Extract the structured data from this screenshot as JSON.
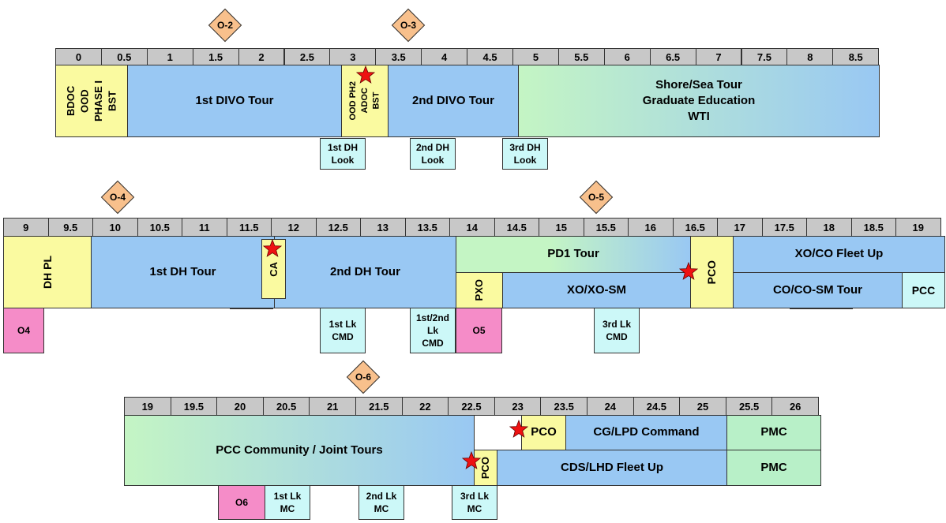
{
  "row1": {
    "ticks": [
      "0",
      "0.5",
      "1",
      "1.5",
      "2",
      "2.5",
      "3",
      "3.5",
      "4",
      "4.5",
      "5",
      "5.5",
      "6",
      "6.5",
      "7",
      "7.5",
      "8",
      "8.5"
    ],
    "pins": {
      "o2": "O-2",
      "o3": "O-3"
    },
    "blocks": {
      "bdoc": [
        "BDOC",
        "OOD",
        "PHASE I",
        "BST"
      ],
      "divo1": "1st DIVO Tour",
      "ood_ph2": [
        "OOD PH2",
        "ADOC",
        "BST"
      ],
      "divo2": "2nd DIVO Tour",
      "shore": [
        "Shore/Sea Tour",
        "Graduate Education",
        "WTI"
      ]
    },
    "looks": [
      [
        "1st DH",
        "Look"
      ],
      [
        "2nd DH",
        "Look"
      ],
      [
        "3rd DH",
        "Look"
      ]
    ]
  },
  "row2": {
    "ticks": [
      "9",
      "9.5",
      "10",
      "10.5",
      "11",
      "11.5",
      "12",
      "12.5",
      "13",
      "13.5",
      "14",
      "14.5",
      "15",
      "15.5",
      "16",
      "16.5",
      "17",
      "17.5",
      "18",
      "18.5",
      "19"
    ],
    "pins": {
      "o4": "O-4",
      "o5": "O-5"
    },
    "blocks": {
      "dhpl": "DH PL",
      "dh1": "1st DH Tour",
      "ca": "CA",
      "dh2": "2nd DH Tour",
      "pd1": "PD1 Tour",
      "pxo": "PXO",
      "xo": "XO/XO-SM",
      "pco": "PCO",
      "xoco": "XO/CO Fleet Up",
      "coco": "CO/CO-SM Tour",
      "pcc": "PCC"
    },
    "below": {
      "o4": "O4",
      "lk1": [
        "1st Lk",
        "CMD"
      ],
      "lk12": [
        "1st/2nd",
        "Lk",
        "CMD"
      ],
      "o5": "O5",
      "lk3": [
        "3rd Lk",
        "CMD"
      ]
    }
  },
  "row3": {
    "ticks": [
      "19",
      "19.5",
      "20",
      "20.5",
      "21",
      "21.5",
      "22",
      "22.5",
      "23",
      "23.5",
      "24",
      "24.5",
      "25",
      "25.5",
      "26"
    ],
    "pins": {
      "o6": "O-6"
    },
    "blocks": {
      "pcc_comm": "PCC Community / Joint Tours",
      "pco_top": "PCO",
      "cg": "CG/LPD Command",
      "pmc1": "PMC",
      "pco_v": "PCO",
      "cds": "CDS/LHD Fleet Up",
      "pmc2": "PMC"
    },
    "below": {
      "o6": "O6",
      "mc1": [
        "1st Lk",
        "MC"
      ],
      "mc2": [
        "2nd Lk",
        "MC"
      ],
      "mc3": [
        "3rd Lk",
        "MC"
      ]
    }
  },
  "colors": {
    "tick_bg": "#c8c8c8",
    "blue": "#99c8f3",
    "yellow": "#fafaa0",
    "cyan": "#ccf8f8",
    "pink": "#f58cc8",
    "green": "#b8f0c8",
    "diamond": "#f8c08c",
    "star": "#ee1111"
  }
}
